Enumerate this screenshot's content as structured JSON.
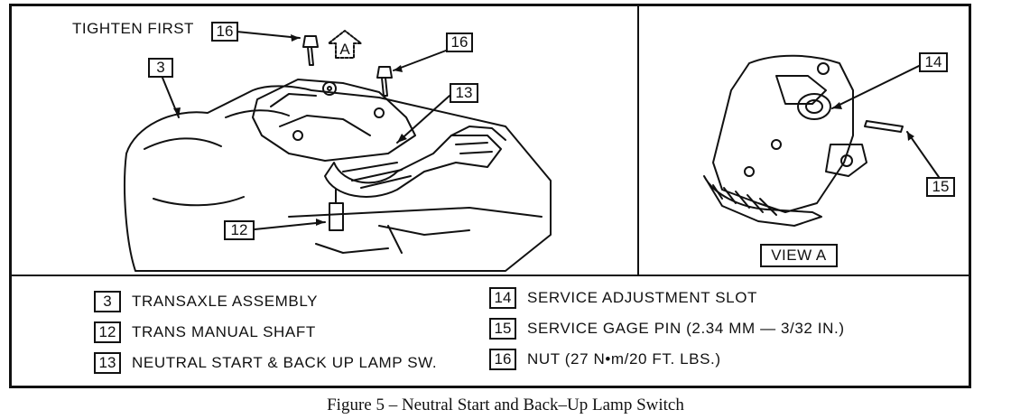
{
  "callouts": {
    "tighten_first": "TIGHTEN FIRST",
    "c16a": "16",
    "c16b": "16",
    "c3": "3",
    "c13": "13",
    "c12": "12",
    "c14": "14",
    "c15": "15",
    "view_arrow": "A",
    "view_label": "VIEW A"
  },
  "legend": [
    {
      "num": "3",
      "text": "TRANSAXLE ASSEMBLY"
    },
    {
      "num": "12",
      "text": "TRANS MANUAL SHAFT"
    },
    {
      "num": "13",
      "text": "NEUTRAL START & BACK UP LAMP SW."
    },
    {
      "num": "14",
      "text": "SERVICE ADJUSTMENT SLOT"
    },
    {
      "num": "15",
      "text": "SERVICE GAGE PIN (2.34 MM — 3/32 IN.)"
    },
    {
      "num": "16",
      "text": "NUT (27 N•m/20 FT. LBS.)"
    }
  ],
  "caption": "Figure 5 – Neutral Start and Back–Up Lamp Switch"
}
